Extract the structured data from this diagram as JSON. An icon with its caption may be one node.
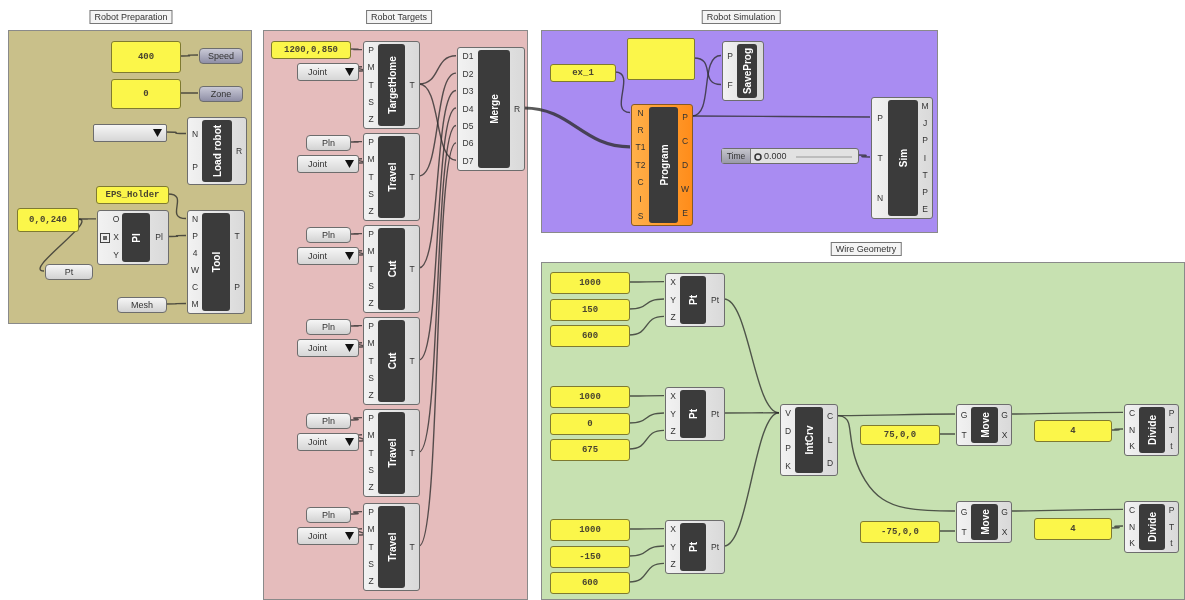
{
  "diagram": {
    "nodes": [
      {
        "text": [
          "Robot Preparation"
        ]
      },
      {
        "text": [
          "Robot Targets"
        ]
      },
      {
        "text": [
          "Robot Simulation"
        ]
      },
      {
        "text": [
          "Wire Geometry"
        ]
      },
      {
        "text": [
          "400"
        ],
        "in": 0
      },
      {
        "text": [
          "Speed"
        ],
        "in": 0
      },
      {
        "text": [
          "0"
        ],
        "in": 0
      },
      {
        "text": [
          "Zone"
        ],
        "in": 0
      },
      {
        "text": [],
        "shape": "box",
        "in": 0
      },
      {
        "text": [
          "N",
          "P",
          "Load robot",
          "R"
        ],
        "in": 0
      },
      {
        "text": [
          "EPS_Holder"
        ],
        "in": 0
      },
      {
        "text": [
          "0,0,240"
        ],
        "in": 0
      },
      {
        "text": [
          "O",
          "X",
          "Y",
          "Pl",
          "Pl"
        ],
        "in": 0
      },
      {
        "text": [
          "Pt"
        ],
        "in": 0
      },
      {
        "text": [
          "N",
          "P",
          "4",
          "W",
          "C",
          "M",
          "Tool",
          "T",
          "P"
        ],
        "in": 0
      },
      {
        "text": [
          "Mesh"
        ],
        "in": 0
      },
      {
        "text": [
          "1200,0,850"
        ],
        "in": 1
      },
      {
        "text": [
          "Joint"
        ],
        "in": 1
      },
      {
        "text": [
          "P",
          "M",
          "T",
          "S",
          "Z",
          "TargetHome",
          "T"
        ],
        "in": 1
      },
      {
        "text": [
          "Pln"
        ],
        "in": 1
      },
      {
        "text": [
          "Joint"
        ],
        "in": 1
      },
      {
        "text": [
          "P",
          "M",
          "T",
          "S",
          "Z",
          "Travel",
          "T"
        ],
        "in": 1
      },
      {
        "text": [
          "Pln"
        ],
        "in": 1
      },
      {
        "text": [
          "Joint"
        ],
        "in": 1
      },
      {
        "text": [
          "P",
          "M",
          "T",
          "S",
          "Z",
          "Cut",
          "T"
        ],
        "in": 1
      },
      {
        "text": [
          "Pln"
        ],
        "in": 1
      },
      {
        "text": [
          "Joint"
        ],
        "in": 1
      },
      {
        "text": [
          "P",
          "M",
          "T",
          "S",
          "Z",
          "Cut",
          "T"
        ],
        "in": 1
      },
      {
        "text": [
          "Pln"
        ],
        "in": 1
      },
      {
        "text": [
          "Joint"
        ],
        "in": 1
      },
      {
        "text": [
          "P",
          "M",
          "T",
          "S",
          "Z",
          "Travel",
          "T"
        ],
        "in": 1
      },
      {
        "text": [
          "Pln"
        ],
        "in": 1
      },
      {
        "text": [
          "Joint"
        ],
        "in": 1
      },
      {
        "text": [
          "P",
          "M",
          "T",
          "S",
          "Z",
          "Travel",
          "T"
        ],
        "in": 1
      },
      {
        "text": [
          "D1",
          "D2",
          "D3",
          "D4",
          "D5",
          "D6",
          "D7",
          "Merge",
          "R"
        ],
        "in": 1
      },
      {
        "text": [
          "ex_1"
        ],
        "in": 2
      },
      {
        "text": [],
        "shape": "box",
        "in": 2
      },
      {
        "text": [
          "P",
          "F",
          "SaveProg"
        ],
        "in": 2
      },
      {
        "text": [
          "N",
          "R",
          "T1",
          "T2",
          "C",
          "I",
          "S",
          "Program",
          "P",
          "C",
          "D",
          "W",
          "E"
        ],
        "in": 2
      },
      {
        "text": [
          "Time",
          "0.000"
        ],
        "in": 2
      },
      {
        "text": [
          "P",
          "T",
          "N",
          "Sim",
          "M",
          "J",
          "P",
          "I",
          "T",
          "P",
          "E"
        ],
        "in": 2
      },
      {
        "text": [
          "1000"
        ],
        "in": 3
      },
      {
        "text": [
          "150"
        ],
        "in": 3
      },
      {
        "text": [
          "600"
        ],
        "in": 3
      },
      {
        "text": [
          "X",
          "Y",
          "Z",
          "Pt",
          "Pt"
        ],
        "in": 3
      },
      {
        "text": [
          "1000"
        ],
        "in": 3
      },
      {
        "text": [
          "0"
        ],
        "in": 3
      },
      {
        "text": [
          "675"
        ],
        "in": 3
      },
      {
        "text": [
          "X",
          "Y",
          "Z",
          "Pt",
          "Pt"
        ],
        "in": 3
      },
      {
        "text": [
          "1000"
        ],
        "in": 3
      },
      {
        "text": [
          "-150"
        ],
        "in": 3
      },
      {
        "text": [
          "600"
        ],
        "in": 3
      },
      {
        "text": [
          "X",
          "Y",
          "Z",
          "Pt",
          "Pt"
        ],
        "in": 3
      },
      {
        "text": [
          "V",
          "D",
          "P",
          "K",
          "IntCrv",
          "C",
          "L",
          "D"
        ],
        "in": 3
      },
      {
        "text": [
          "75,0,0"
        ],
        "in": 3
      },
      {
        "text": [
          "G",
          "T",
          "Move",
          "G",
          "X"
        ],
        "in": 3
      },
      {
        "text": [
          "4"
        ],
        "in": 3
      },
      {
        "text": [
          "C",
          "N",
          "K",
          "Divide",
          "P",
          "T",
          "t"
        ],
        "in": 3
      },
      {
        "text": [
          "-75,0,0"
        ],
        "in": 3
      },
      {
        "text": [
          "G",
          "T",
          "Move",
          "G",
          "X"
        ],
        "in": 3
      },
      {
        "text": [
          "4"
        ],
        "in": 3
      },
      {
        "text": [
          "C",
          "N",
          "K",
          "Divide",
          "P",
          "T",
          "t"
        ],
        "in": 3
      }
    ],
    "edges": [
      {
        "from": 4,
        "to": 5,
        "arrow": "none"
      },
      {
        "from": 6,
        "to": 7,
        "arrow": "none"
      },
      {
        "from": 8,
        "to": 9,
        "arrow": "none"
      },
      {
        "from": 11,
        "to": 12,
        "arrow": "none"
      },
      {
        "from": 11,
        "to": 13,
        "arrow": "none"
      },
      {
        "from": 10,
        "to": 14,
        "arrow": "none"
      },
      {
        "from": 12,
        "to": 14,
        "arrow": "none"
      },
      {
        "from": 15,
        "to": 14,
        "arrow": "none"
      },
      {
        "from": 16,
        "to": 18,
        "arrow": "none"
      },
      {
        "from": 17,
        "to": 18,
        "arrow": "none"
      },
      {
        "from": 19,
        "to": 21,
        "arrow": "none"
      },
      {
        "from": 20,
        "to": 21,
        "arrow": "none"
      },
      {
        "from": 22,
        "to": 24,
        "arrow": "none"
      },
      {
        "from": 23,
        "to": 24,
        "arrow": "none"
      },
      {
        "from": 25,
        "to": 27,
        "arrow": "none"
      },
      {
        "from": 26,
        "to": 27,
        "arrow": "none"
      },
      {
        "from": 28,
        "to": 30,
        "arrow": "none"
      },
      {
        "from": 29,
        "to": 30,
        "arrow": "none"
      },
      {
        "from": 31,
        "to": 33,
        "arrow": "none"
      },
      {
        "from": 32,
        "to": 33,
        "arrow": "none"
      },
      {
        "from": 18,
        "to": 34,
        "arrow": "none"
      },
      {
        "from": 21,
        "to": 34,
        "arrow": "none"
      },
      {
        "from": 24,
        "to": 34,
        "arrow": "none"
      },
      {
        "from": 27,
        "to": 34,
        "arrow": "none"
      },
      {
        "from": 30,
        "to": 34,
        "arrow": "none"
      },
      {
        "from": 33,
        "to": 34,
        "arrow": "none"
      },
      {
        "from": 18,
        "to": 34,
        "arrow": "none"
      },
      {
        "from": 34,
        "to": 38,
        "arrow": "none",
        "style": "thick"
      },
      {
        "from": 35,
        "to": 38,
        "arrow": "none"
      },
      {
        "from": 36,
        "to": 37,
        "arrow": "none"
      },
      {
        "from": 38,
        "to": 37,
        "arrow": "none"
      },
      {
        "from": 38,
        "to": 40,
        "arrow": "none"
      },
      {
        "from": 39,
        "to": 40,
        "arrow": "none"
      },
      {
        "from": 41,
        "to": 44,
        "arrow": "none"
      },
      {
        "from": 42,
        "to": 44,
        "arrow": "none"
      },
      {
        "from": 43,
        "to": 44,
        "arrow": "none"
      },
      {
        "from": 45,
        "to": 48,
        "arrow": "none"
      },
      {
        "from": 46,
        "to": 48,
        "arrow": "none"
      },
      {
        "from": 47,
        "to": 48,
        "arrow": "none"
      },
      {
        "from": 49,
        "to": 52,
        "arrow": "none"
      },
      {
        "from": 50,
        "to": 52,
        "arrow": "none"
      },
      {
        "from": 51,
        "to": 52,
        "arrow": "none"
      },
      {
        "from": 44,
        "to": 53,
        "arrow": "none"
      },
      {
        "from": 48,
        "to": 53,
        "arrow": "none"
      },
      {
        "from": 52,
        "to": 53,
        "arrow": "none"
      },
      {
        "from": 53,
        "to": 55,
        "arrow": "none"
      },
      {
        "from": 53,
        "to": 59,
        "arrow": "none"
      },
      {
        "from": 54,
        "to": 55,
        "arrow": "none"
      },
      {
        "from": 58,
        "to": 59,
        "arrow": "none"
      },
      {
        "from": 55,
        "to": 57,
        "arrow": "none"
      },
      {
        "from": 56,
        "to": 57,
        "arrow": "none"
      },
      {
        "from": 59,
        "to": 61,
        "arrow": "none"
      },
      {
        "from": 60,
        "to": 61,
        "arrow": "none"
      }
    ]
  }
}
